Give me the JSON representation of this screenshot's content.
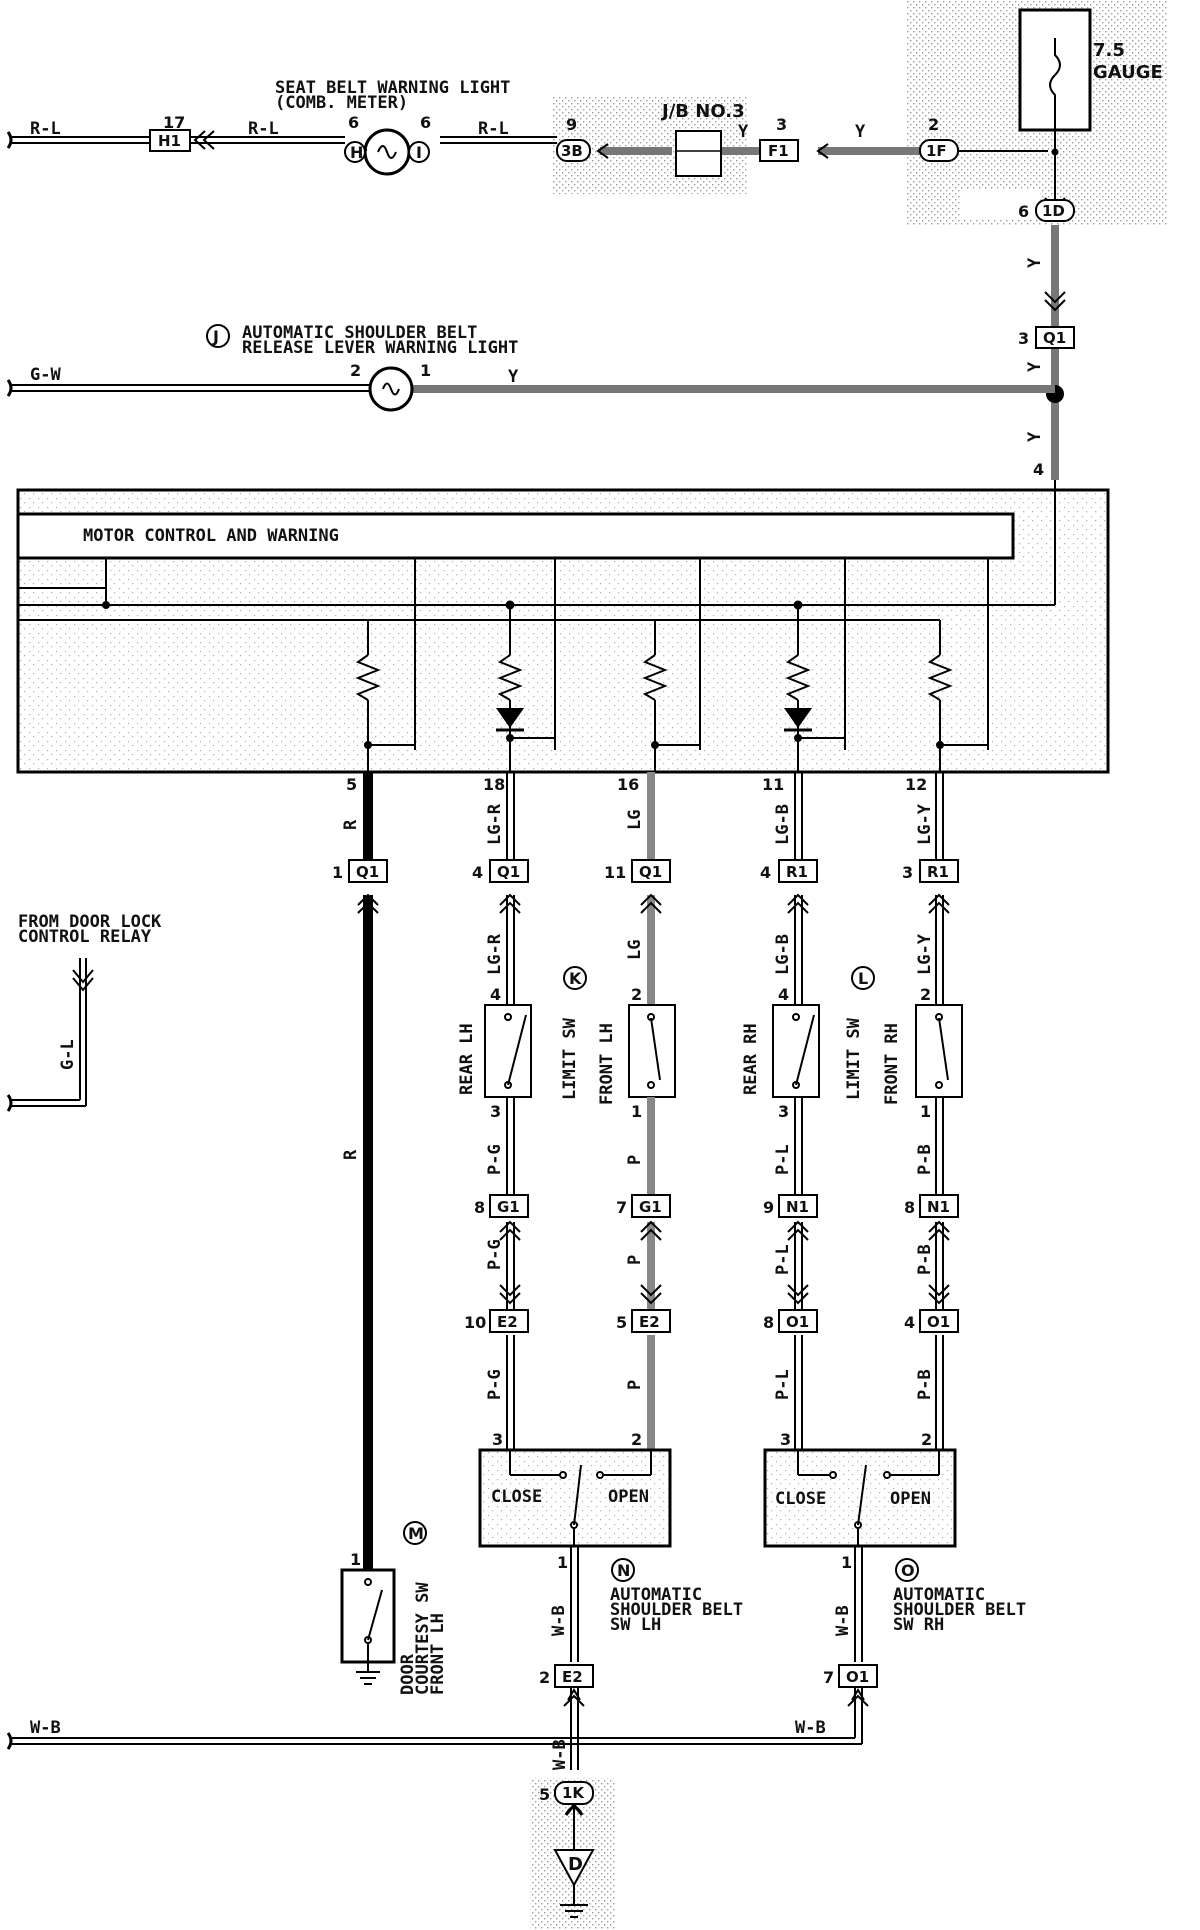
{
  "labels": {
    "seat_belt_light": "SEAT BELT WARNING LIGHT",
    "comb_meter": "(COMB. METER)",
    "jb_no3": "J/B NO.3",
    "fuse_amp": "7.5",
    "fuse_name": "GAUGE",
    "release_lever_1": "AUTOMATIC SHOULDER BELT",
    "release_lever_2": "RELEASE LEVER WARNING LIGHT",
    "motor_control": "MOTOR CONTROL AND WARNING",
    "from_door_lock_1": "FROM DOOR LOCK",
    "from_door_lock_2": "CONTROL RELAY",
    "rear_lh": "REAR LH",
    "limit_sw": "LIMIT SW",
    "front_lh": "FRONT LH",
    "rear_rh": "REAR RH",
    "front_rh": "FRONT RH",
    "close": "CLOSE",
    "open": "OPEN",
    "shoulder_sw_lh_1": "AUTOMATIC",
    "shoulder_sw_lh_2": "SHOULDER BELT",
    "shoulder_sw_lh_3": "SW LH",
    "shoulder_sw_rh_1": "AUTOMATIC",
    "shoulder_sw_rh_2": "SHOULDER BELT",
    "shoulder_sw_rh_3": "SW RH",
    "door_courtesy_1": "DOOR",
    "door_courtesy_2": "COURTESY SW",
    "door_courtesy_3": "FRONT LH"
  },
  "markers": {
    "j": "J",
    "k": "K",
    "l": "L",
    "m": "M",
    "n": "N",
    "o": "O",
    "d": "D",
    "h": "H",
    "i": "I"
  },
  "connectors": {
    "h1": "H1",
    "b3b": "3B",
    "f1": "F1",
    "f1f": "1F",
    "d1d": "1D",
    "q1_top": "Q1",
    "q1_a": "Q1",
    "q1_b": "Q1",
    "q1_c": "Q1",
    "r1_a": "R1",
    "r1_b": "R1",
    "g1_a": "G1",
    "g1_b": "G1",
    "n1_a": "N1",
    "n1_b": "N1",
    "e2_a": "E2",
    "e2_b": "E2",
    "o1_a": "O1",
    "o1_b": "O1",
    "e2_c": "E2",
    "o1_c": "O1",
    "k1k": "1K"
  },
  "wires": {
    "rl_left": "R-L",
    "rl_mid": "R-L",
    "rl_right": "R-L",
    "y_top": "Y",
    "y_top2": "Y",
    "y_v1": "Y",
    "y_v2": "Y",
    "y_v3": "Y",
    "gw": "G-W",
    "y_lever": "Y",
    "r_top": "R",
    "r_mid": "R",
    "lgr_top": "LG-R",
    "lgr_mid": "LG-R",
    "lg_top": "LG",
    "lg_mid": "LG",
    "lgb_top": "LG-B",
    "lgb_mid": "LG-B",
    "lgy_top": "LG-Y",
    "lgy_mid": "LG-Y",
    "gl": "G-L",
    "pg_1": "P-G",
    "pg_2": "P-G",
    "pg_3": "P-G",
    "p_1": "P",
    "p_2": "P",
    "p_3": "P",
    "pl_1": "P-L",
    "pl_2": "P-L",
    "pl_3": "P-L",
    "pb_1": "P-B",
    "pb_2": "P-B",
    "pb_3": "P-B",
    "wb_lh": "W-B",
    "wb_rh": "W-B",
    "wb_bus_l": "W-B",
    "wb_bus_r": "W-B",
    "wb_gnd": "W-B"
  },
  "pins": {
    "p17": "17",
    "p6a": "6",
    "p6b": "6",
    "p9": "9",
    "p3": "3",
    "p2": "2",
    "p6c": "6",
    "p3q": "3",
    "p2lev": "2",
    "p1lev": "1",
    "p4": "4",
    "p5": "5",
    "p18": "18",
    "p16": "16",
    "p11": "11",
    "p12": "12",
    "q1_1": "1",
    "q1_4": "4",
    "q1_11": "11",
    "r1_4": "4",
    "r1_3": "3",
    "k4": "4",
    "k2": "2",
    "l4": "4",
    "l2": "2",
    "k3": "3",
    "k1": "1",
    "l3": "3",
    "l1": "1",
    "g1_8": "8",
    "g1_7": "7",
    "n1_9": "9",
    "n1_8": "8",
    "e2_10": "10",
    "e2_5": "5",
    "o1_8": "8",
    "o1_4": "4",
    "sw_l3": "3",
    "sw_l2": "2",
    "sw_r3": "3",
    "sw_r2": "2",
    "sw_l1": "1",
    "sw_r1": "1",
    "e2_2": "2",
    "o1_7": "7",
    "k_5": "5",
    "m_1": "1"
  }
}
